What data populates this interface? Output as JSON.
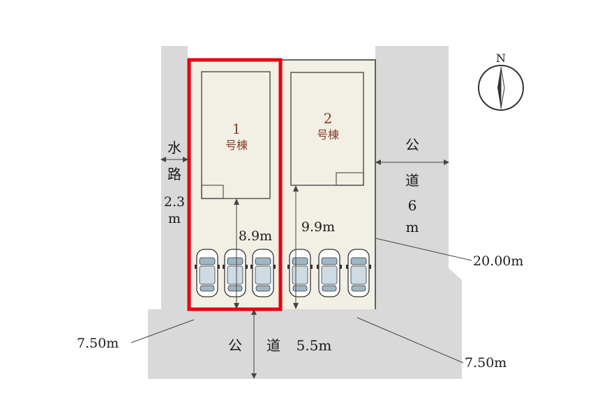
{
  "units": [
    {
      "number": "1",
      "suffix": "号棟"
    },
    {
      "number": "2",
      "suffix": "号棟"
    }
  ],
  "waterway": {
    "chars": [
      "水",
      "路"
    ],
    "width": "2.3",
    "unit": "m"
  },
  "east_road": {
    "chars": [
      "公",
      "道"
    ],
    "width": "6",
    "unit": "m"
  },
  "south_road": {
    "label_a": "公",
    "label_b": "道",
    "width": "5.5m"
  },
  "dimensions": {
    "depth_unit1": "8.9m",
    "depth_unit2": "9.9m",
    "frontage_east": "20.00m",
    "frontage_left": "7.50m",
    "frontage_right": "7.50m"
  },
  "compass": {
    "label": "N"
  },
  "colors": {
    "road": "#d9d9d9",
    "lot": "#f2f0e4",
    "highlight": "#e60012",
    "unit_text": "#8b3a2a"
  }
}
